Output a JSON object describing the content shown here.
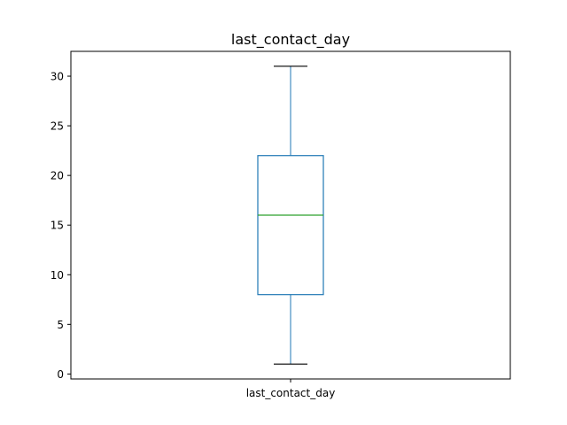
{
  "chart_data": {
    "type": "box",
    "title": "last_contact_day",
    "categories": [
      "last_contact_day"
    ],
    "xlabel": "",
    "ylabel": "",
    "ylim": [
      -0.5,
      32.5
    ],
    "yticks": [
      0,
      5,
      10,
      15,
      20,
      25,
      30
    ],
    "grid": false,
    "box": {
      "min": 1,
      "q1": 8,
      "median": 16,
      "q3": 22,
      "max": 31
    },
    "colors": {
      "box": "#1f77b4",
      "median": "#2ca02c",
      "whisker": "#1f77b4",
      "cap": "#000000",
      "axis": "#000000"
    }
  }
}
